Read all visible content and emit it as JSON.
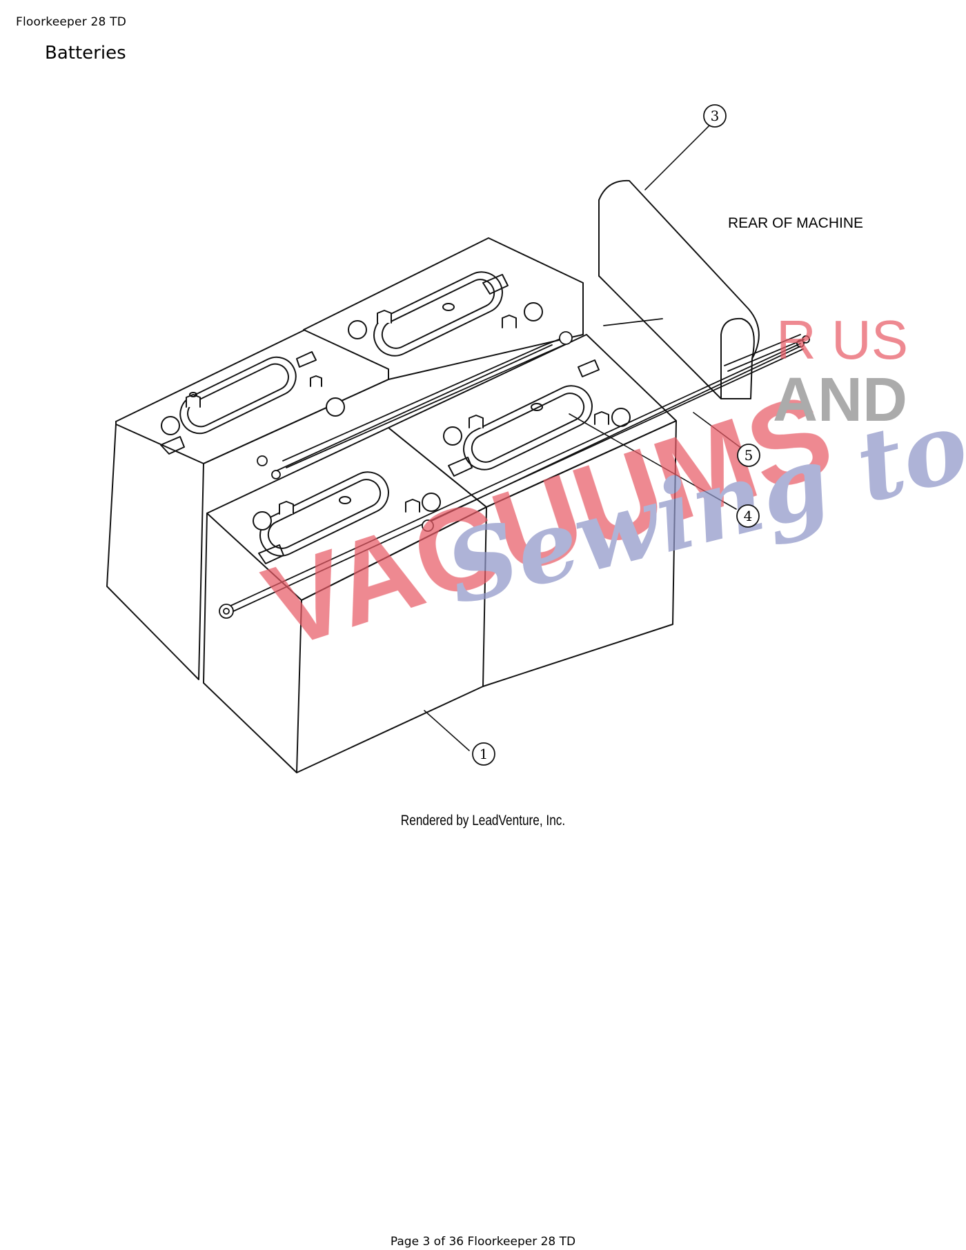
{
  "header": {
    "doc_name": "Floorkeeper 28 TD"
  },
  "page": {
    "title": "Batteries"
  },
  "diagram": {
    "orientation_label": "REAR OF MACHINE",
    "callouts": [
      "1",
      "3",
      "4",
      "5"
    ],
    "credit": "Rendered by LeadVenture, Inc."
  },
  "watermark": {
    "line1": "VACUUMS",
    "line2_a": "R US",
    "line2_b": "AND",
    "line3": "Sewing too",
    "colors": {
      "red": "#e85b66",
      "gray": "#8a8a8a",
      "blue": "#8f96c7"
    }
  },
  "footer": {
    "text": "Page 3 of 36 Floorkeeper 28 TD"
  }
}
